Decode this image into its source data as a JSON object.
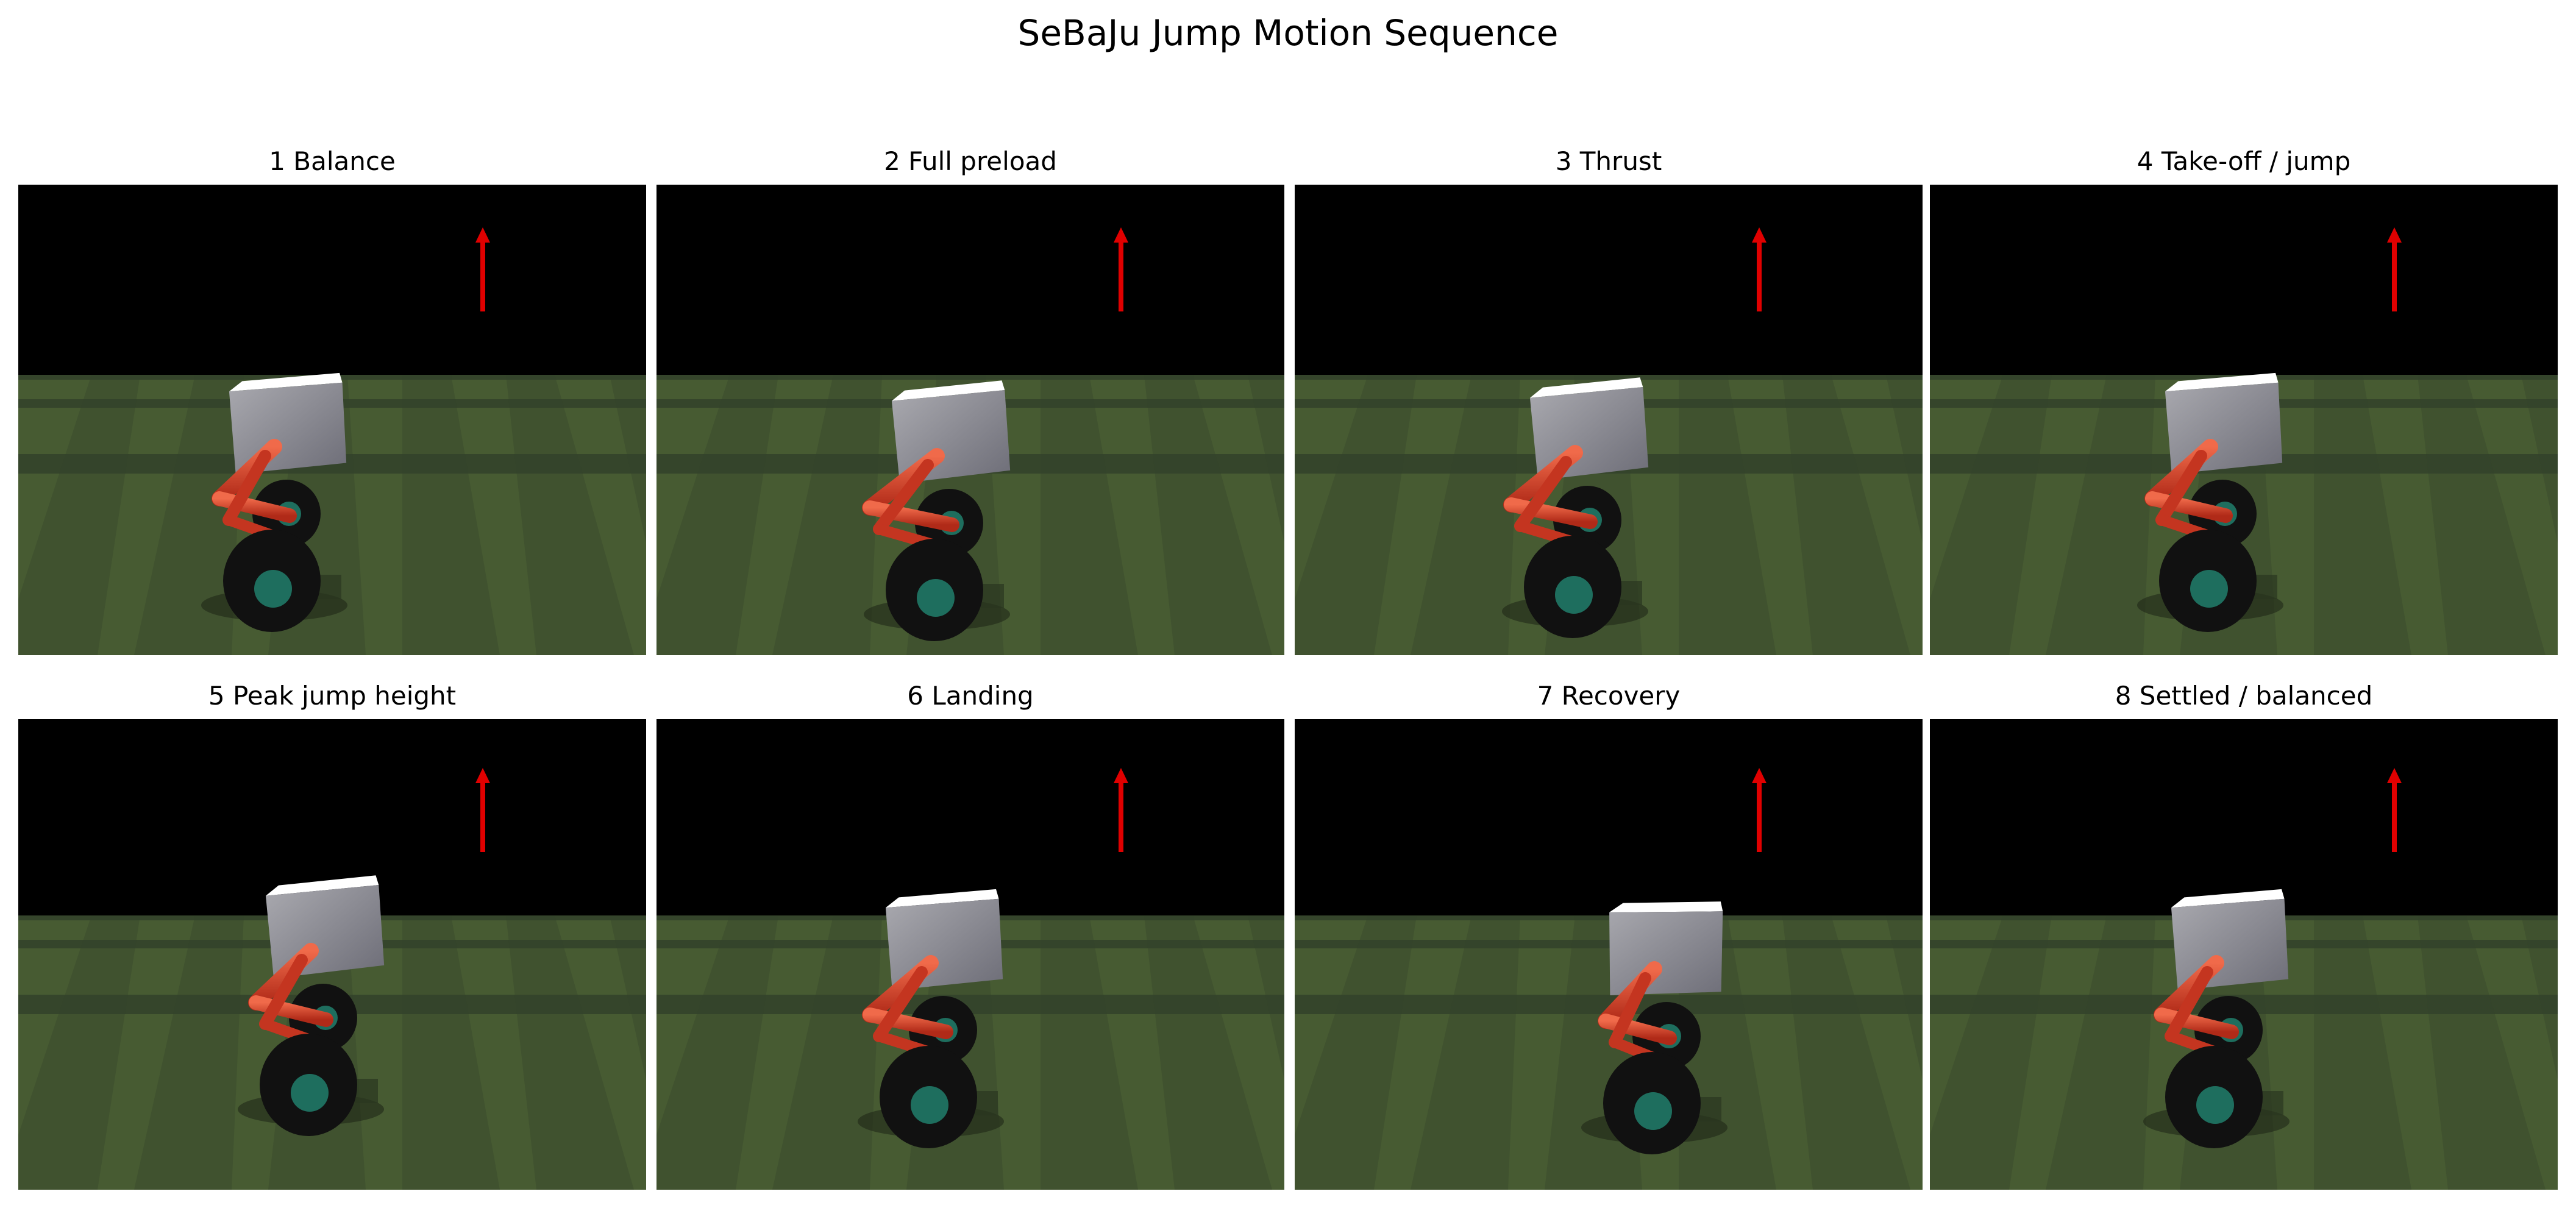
{
  "figure": {
    "title": "SeBaJu Jump Motion Sequence"
  },
  "panels": [
    {
      "label": "1  Balance"
    },
    {
      "label": "2  Full preload"
    },
    {
      "label": "3  Thrust"
    },
    {
      "label": "4  Take-off / jump"
    },
    {
      "label": "5  Peak jump height"
    },
    {
      "label": "6  Landing"
    },
    {
      "label": "7  Recovery"
    },
    {
      "label": "8  Settled / balanced"
    }
  ],
  "colors": {
    "sky": "#000000",
    "ground_light": "#475b32",
    "ground_dark": "#33422a",
    "body": "#9b9ba2",
    "leg": "#d8402a",
    "wheel": "#111111",
    "hub": "#1e6e5e",
    "arrow": "#e00000"
  }
}
